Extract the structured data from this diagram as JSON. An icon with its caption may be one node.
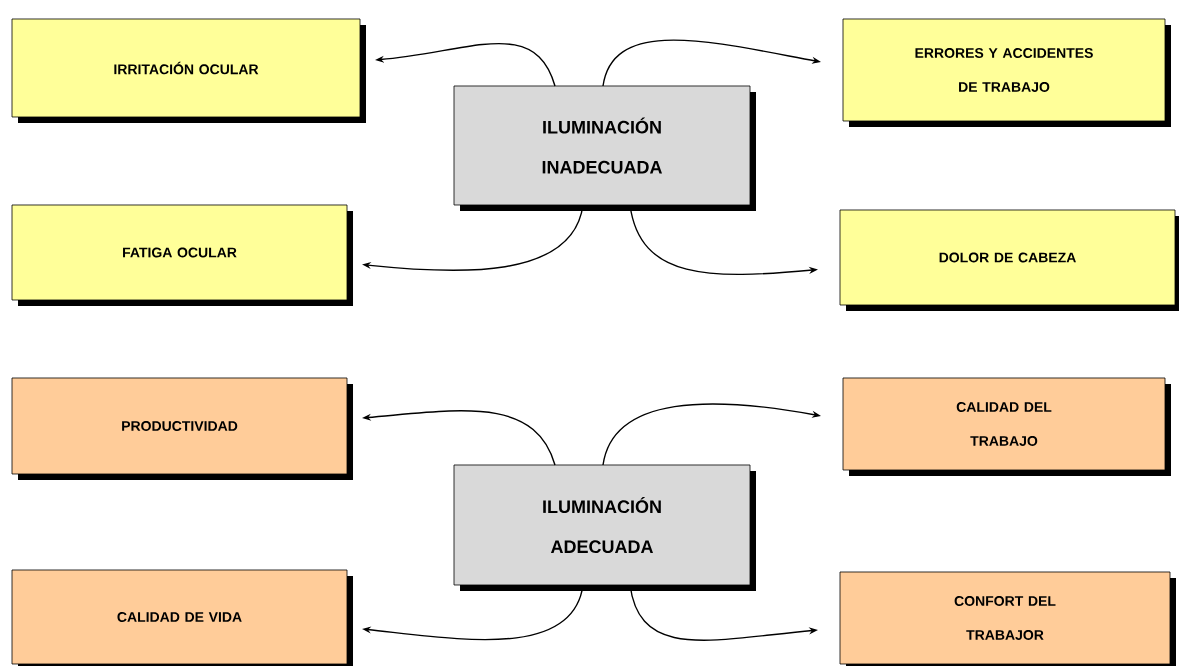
{
  "diagram": {
    "nodes": [
      {
        "text": [
          "IRRITACIÓN OCULAR"
        ]
      },
      {
        "text": [
          "ERRORES Y ACCIDENTES DE TRABAJO"
        ]
      },
      {
        "text": [
          "ILUMINACIÓN INADECUADA"
        ]
      },
      {
        "text": [
          "FATIGA OCULAR"
        ]
      },
      {
        "text": [
          "DOLOR DE CABEZA"
        ]
      },
      {
        "text": [
          "PRODUCTIVIDAD"
        ]
      },
      {
        "text": [
          "CALIDAD DEL TRABAJO"
        ]
      },
      {
        "text": [
          "ILUMINACIÓN ADECUADA"
        ]
      },
      {
        "text": [
          "CALIDAD DE VIDA"
        ]
      },
      {
        "text": [
          "CONFORT DEL TRABAJOR"
        ]
      }
    ],
    "edges": [
      {
        "from": 2,
        "to": 0,
        "arrow": "to"
      },
      {
        "from": 2,
        "to": 1,
        "arrow": "to"
      },
      {
        "from": 2,
        "to": 3,
        "arrow": "to"
      },
      {
        "from": 2,
        "to": 4,
        "arrow": "to"
      },
      {
        "from": 7,
        "to": 5,
        "arrow": "to"
      },
      {
        "from": 7,
        "to": 6,
        "arrow": "to"
      },
      {
        "from": 7,
        "to": 8,
        "arrow": "to"
      },
      {
        "from": 7,
        "to": 9,
        "arrow": "to"
      }
    ]
  }
}
